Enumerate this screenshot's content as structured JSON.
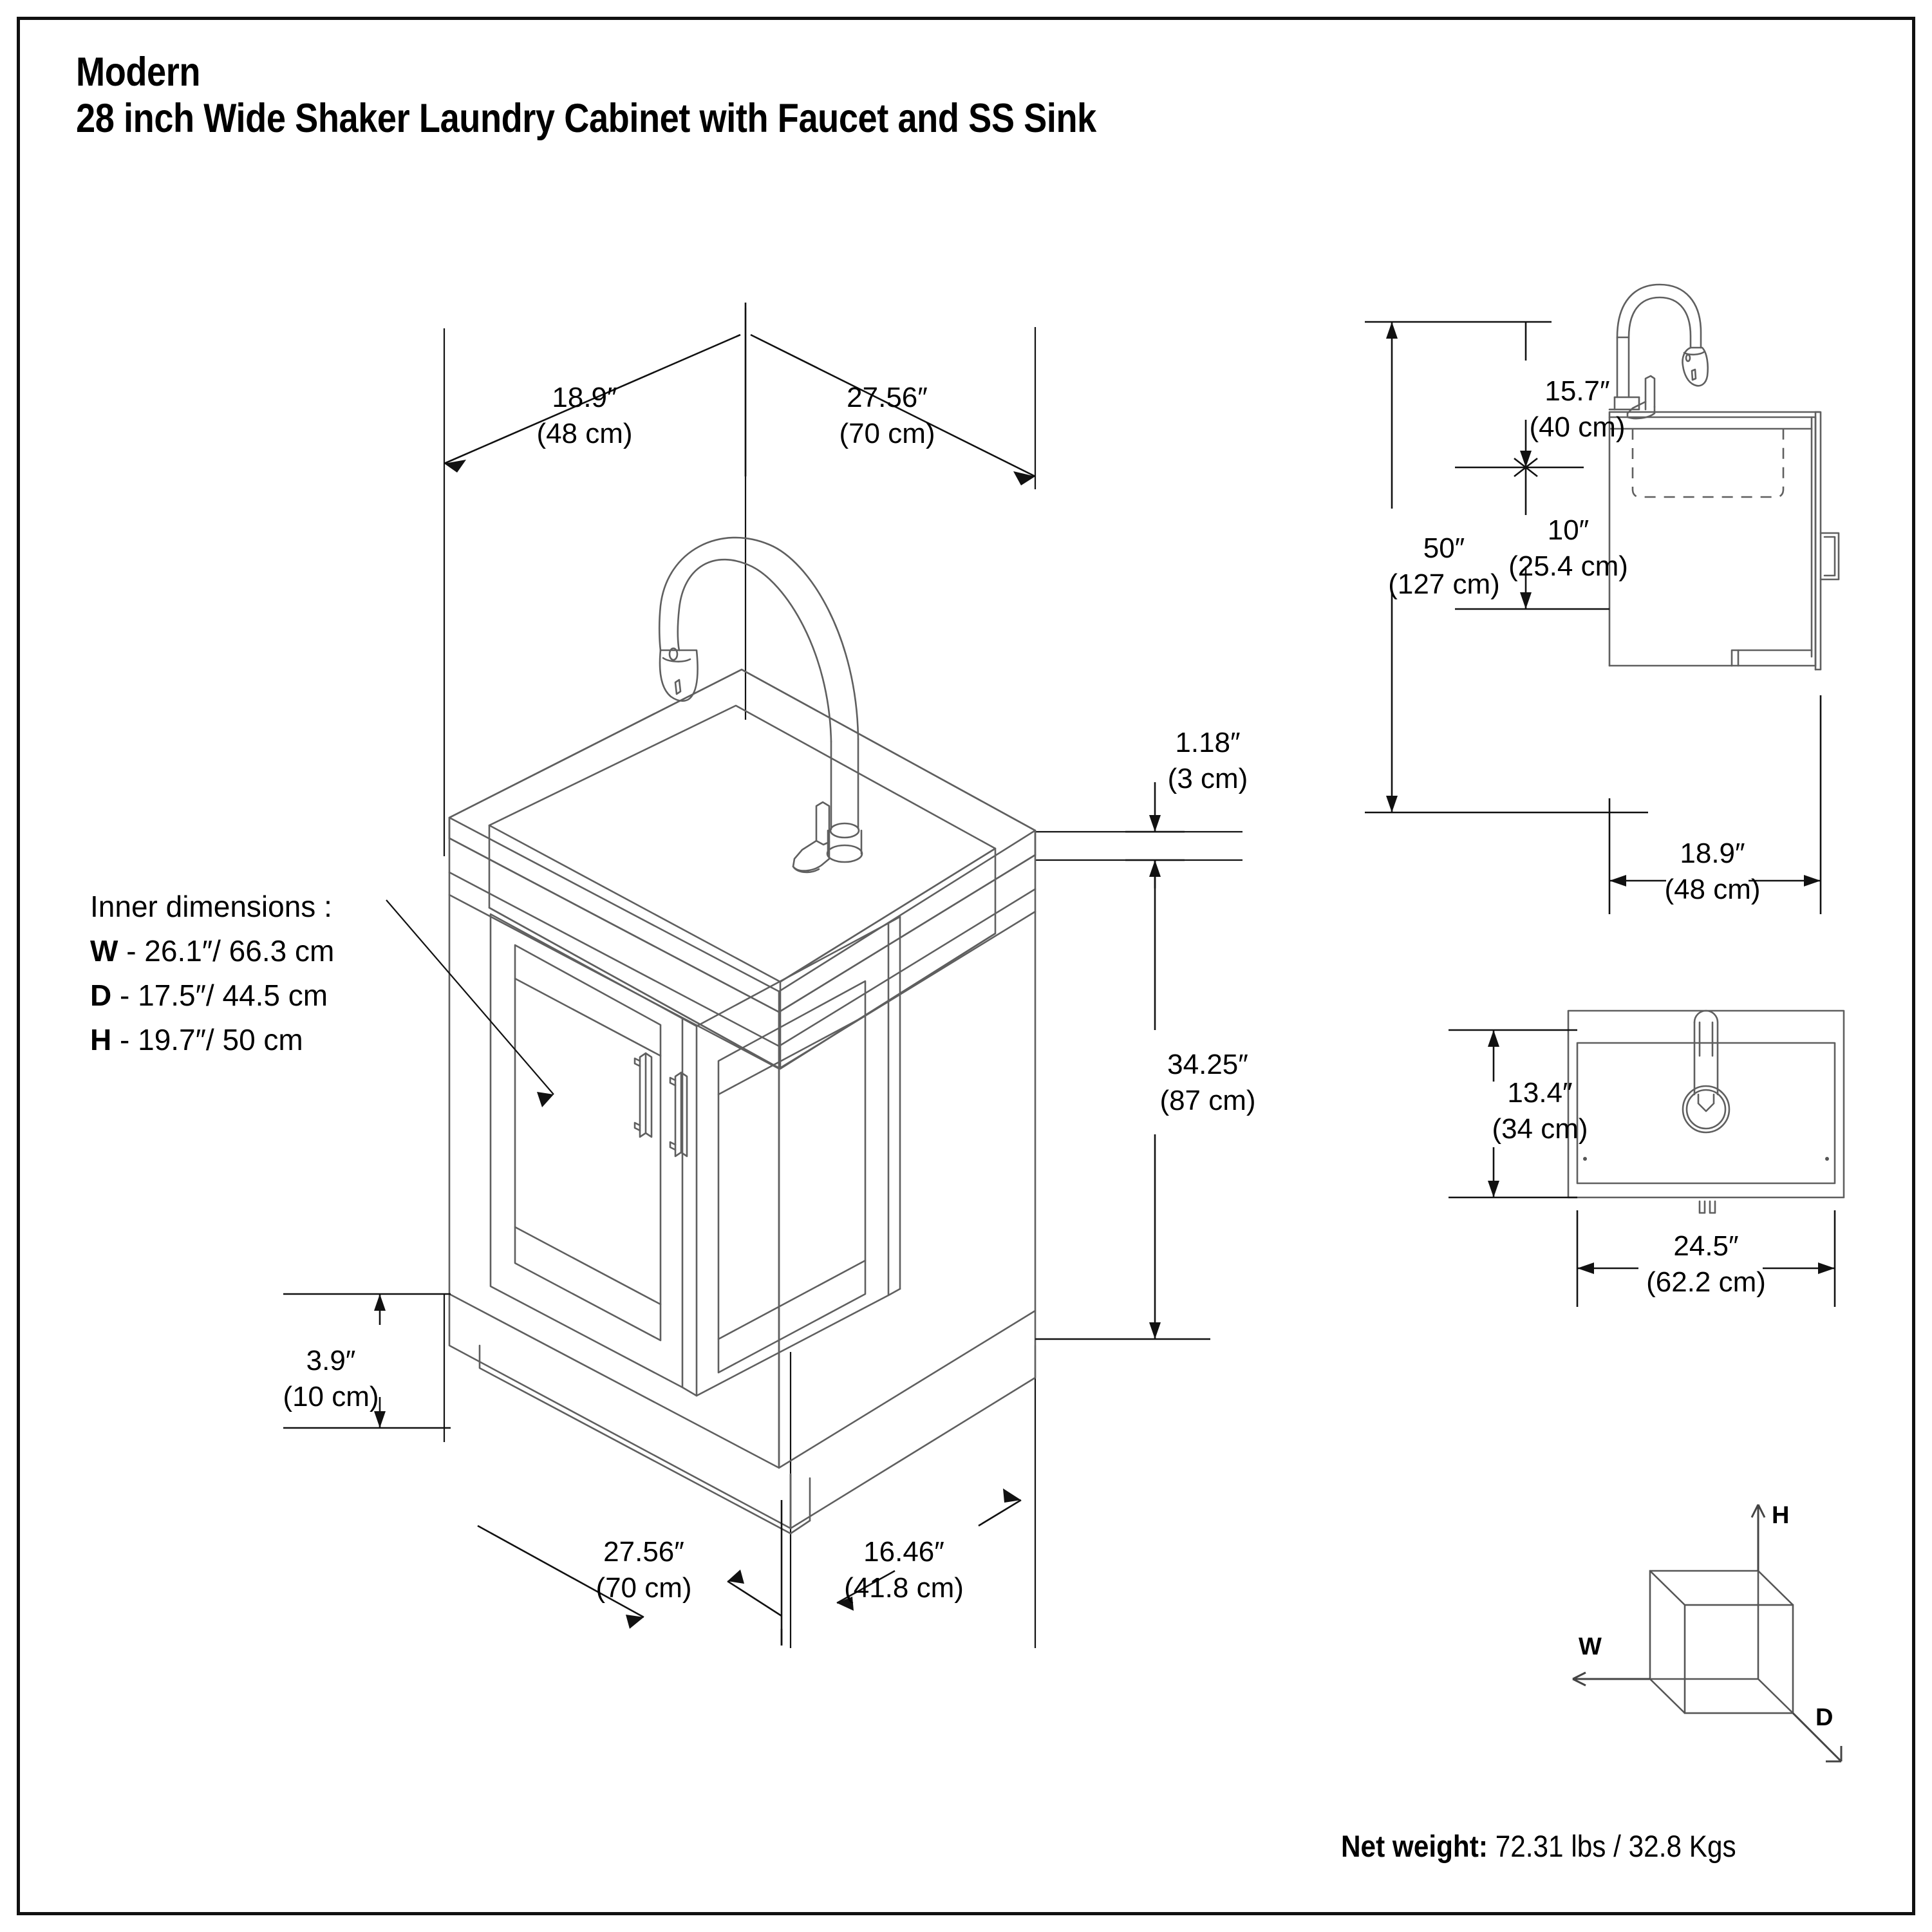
{
  "sheet": {
    "title_line1": "Modern",
    "title_line2": "28 inch Wide Shaker Laundry Cabinet with Faucet and SS Sink",
    "net_weight_label": "Net weight:",
    "net_weight_value": "72.31 lbs / 32.8 Kgs",
    "border_color": "#111111",
    "line_color": "#5f5f5f"
  },
  "inner_dimensions": {
    "heading": "Inner dimensions  :",
    "rows": [
      {
        "key": "W",
        "value": "- 26.1″/ 66.3 cm"
      },
      {
        "key": "D",
        "value": "- 17.5″/ 44.5 cm"
      },
      {
        "key": "H",
        "value": "- 19.7″/ 50 cm"
      }
    ]
  },
  "isometric_view": {
    "dim_depth_in": "18.9″",
    "dim_depth_cm": "(48 cm)",
    "dim_width_in": "27.56″",
    "dim_width_cm": "(70 cm)",
    "dim_counter_in": "1.18″",
    "dim_counter_cm": "(3 cm)",
    "dim_height_in": "34.25″",
    "dim_height_cm": "(87 cm)",
    "dim_toekick_in": "3.9″",
    "dim_toekick_cm": "(10 cm)",
    "dim_base_width_in": "27.56″",
    "dim_base_width_cm": "(70 cm)",
    "dim_base_depth_in": "16.46″",
    "dim_base_depth_cm": "(41.8 cm)"
  },
  "side_view": {
    "dim_faucet_in": "15.7″",
    "dim_faucet_cm": "(40 cm)",
    "dim_spout_in": "10″",
    "dim_spout_cm": "(25.4 cm)",
    "dim_total_in": "50″",
    "dim_total_cm": "(127 cm)",
    "dim_depth_in": "18.9″",
    "dim_depth_cm": "(48 cm)"
  },
  "top_view": {
    "dim_depth_in": "13.4″",
    "dim_depth_cm": "(34 cm)",
    "dim_width_in": "24.5″",
    "dim_width_cm": "(62.2 cm)"
  },
  "axis_cube": {
    "height_label": "H",
    "width_label": "W",
    "depth_label": "D"
  }
}
